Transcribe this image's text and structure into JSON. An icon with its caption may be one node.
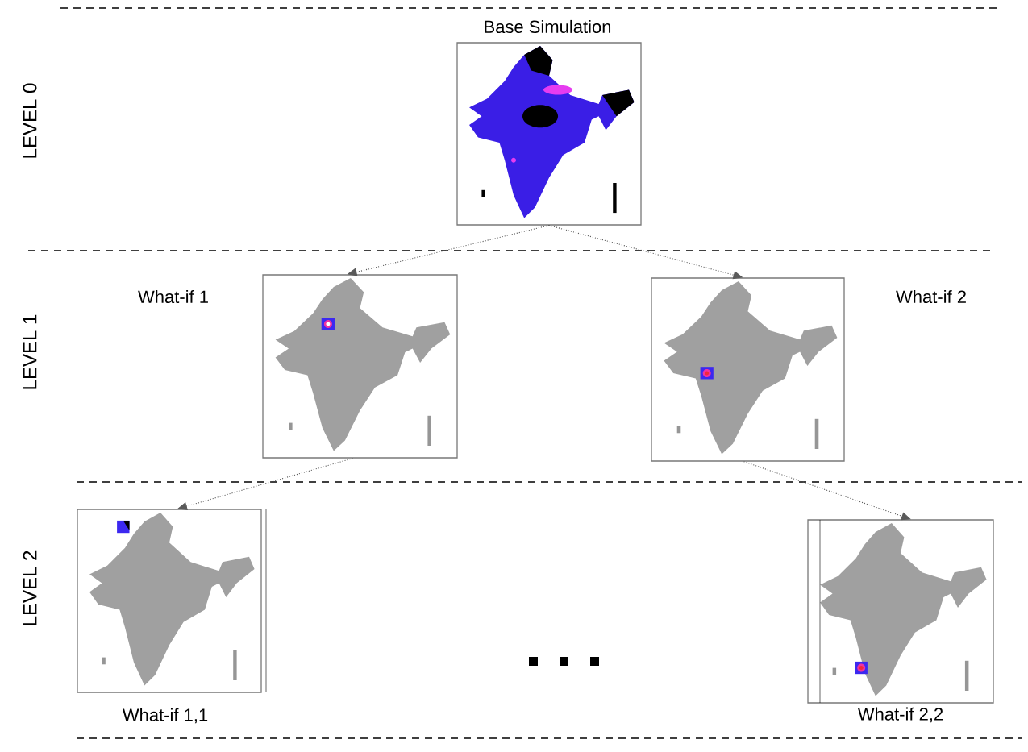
{
  "diagram": {
    "nodes": [
      {
        "text": [
          "Base Simulation"
        ]
      },
      {
        "text": [
          "What-if 1"
        ]
      },
      {
        "text": [
          "What-if 2"
        ]
      },
      {
        "text": [
          "What-if 1,1"
        ]
      },
      {
        "text": [
          "What-if 2,2"
        ]
      }
    ],
    "edges": [
      {
        "from": 0,
        "to": 1,
        "arrow": "to",
        "style": "dashed"
      },
      {
        "from": 0,
        "to": 2,
        "arrow": "to",
        "style": "dashed"
      },
      {
        "from": 1,
        "to": 3,
        "arrow": "to",
        "style": "dashed"
      },
      {
        "from": 2,
        "to": 4,
        "arrow": "to",
        "style": "dashed"
      }
    ],
    "labels": [
      "LEVEL 0",
      "LEVEL 1",
      "LEVEL 2"
    ]
  }
}
